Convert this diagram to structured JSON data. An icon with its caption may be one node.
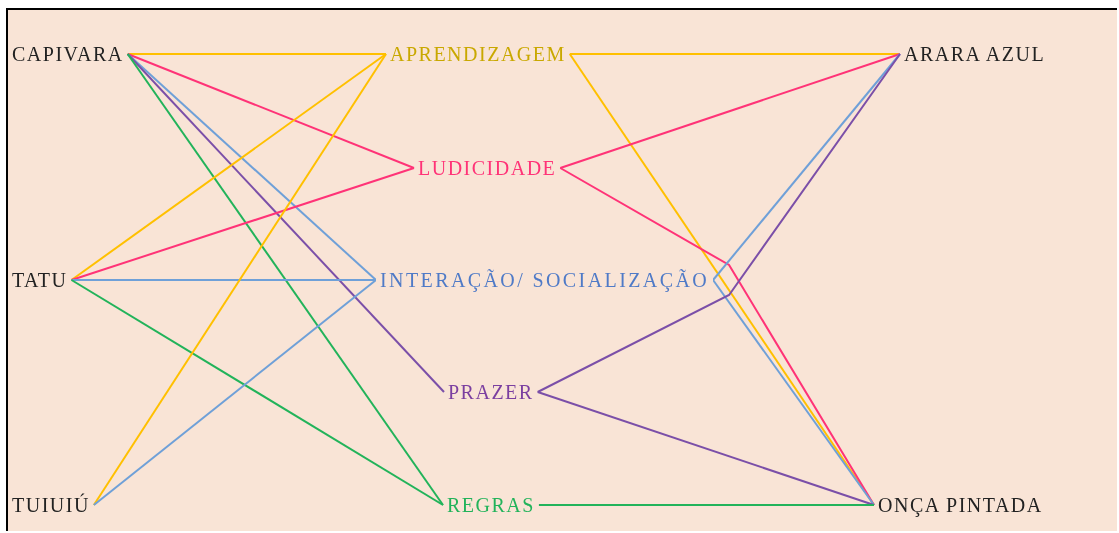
{
  "diagram": {
    "nodes": [
      {
        "text": [
          "CAPIVARA"
        ]
      },
      {
        "text": [
          "TATU"
        ]
      },
      {
        "text": [
          "TUIUIÚ"
        ]
      },
      {
        "text": [
          "APRENDIZAGEM"
        ]
      },
      {
        "text": [
          "LUDICIDADE"
        ]
      },
      {
        "text": [
          "INTERAÇÃO/ SOCIALIZAÇÃO"
        ]
      },
      {
        "text": [
          "PRAZER"
        ]
      },
      {
        "text": [
          "REGRAS"
        ]
      },
      {
        "text": [
          "ARARA AZUL"
        ]
      },
      {
        "text": [
          "ONÇA PINTADA"
        ]
      }
    ],
    "edges": [
      {
        "from": 0,
        "to": 3,
        "arrow": "none",
        "color": "#ffc000"
      },
      {
        "from": 0,
        "to": 4,
        "arrow": "none",
        "color": "#ff3377"
      },
      {
        "from": 0,
        "to": 5,
        "arrow": "none",
        "color": "#6fa0d8"
      },
      {
        "from": 0,
        "to": 6,
        "arrow": "none",
        "color": "#7b4fa8"
      },
      {
        "from": 0,
        "to": 7,
        "arrow": "none",
        "color": "#22b35a"
      },
      {
        "from": 1,
        "to": 3,
        "arrow": "none",
        "color": "#ffc000"
      },
      {
        "from": 1,
        "to": 4,
        "arrow": "none",
        "color": "#ff3377"
      },
      {
        "from": 1,
        "to": 5,
        "arrow": "none",
        "color": "#6fa0d8"
      },
      {
        "from": 1,
        "to": 7,
        "arrow": "none",
        "color": "#22b35a"
      },
      {
        "from": 2,
        "to": 3,
        "arrow": "none",
        "color": "#ffc000"
      },
      {
        "from": 2,
        "to": 5,
        "arrow": "none",
        "color": "#6fa0d8"
      },
      {
        "from": 3,
        "to": 8,
        "arrow": "none",
        "color": "#ffc000"
      },
      {
        "from": 3,
        "to": 9,
        "arrow": "none",
        "color": "#ffc000"
      },
      {
        "from": 4,
        "to": 8,
        "arrow": "none",
        "color": "#ff3377"
      },
      {
        "from": 4,
        "to": 9,
        "arrow": "none",
        "color": "#ff3377"
      },
      {
        "from": 5,
        "to": 8,
        "arrow": "none",
        "color": "#6fa0d8"
      },
      {
        "from": 5,
        "to": 9,
        "arrow": "none",
        "color": "#6fa0d8"
      },
      {
        "from": 6,
        "to": 8,
        "arrow": "none",
        "color": "#7b4fa8"
      },
      {
        "from": 6,
        "to": 9,
        "arrow": "none",
        "color": "#7b4fa8"
      },
      {
        "from": 7,
        "to": 9,
        "arrow": "none",
        "color": "#22b35a"
      }
    ]
  }
}
